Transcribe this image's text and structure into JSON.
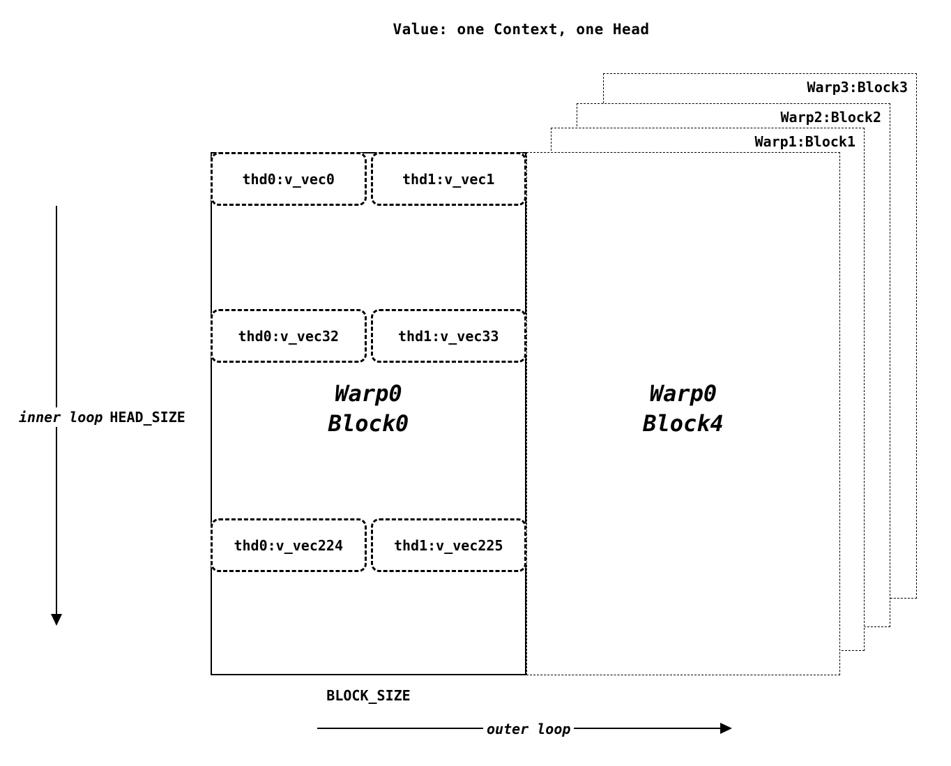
{
  "title": "Value: one Context, one Head",
  "main_block": {
    "line1": "Warp0",
    "line2": "Block0",
    "rows": [
      {
        "cells": [
          "thd0:v_vec0",
          "thd1:v_vec1"
        ]
      },
      {
        "cells": [
          "thd0:v_vec32",
          "thd1:v_vec33"
        ]
      },
      {
        "cells": [
          "thd0:v_vec224",
          "thd1:v_vec225"
        ]
      }
    ]
  },
  "front_block": {
    "line1": "Warp0",
    "line2": "Block4"
  },
  "stacked_blocks": [
    {
      "label": "Warp1:Block1"
    },
    {
      "label": "Warp2:Block2"
    },
    {
      "label": "Warp3:Block3"
    }
  ],
  "axes": {
    "inner_loop": "inner loop",
    "head_size": "HEAD_SIZE",
    "block_size": "BLOCK_SIZE",
    "outer_loop": "outer loop"
  },
  "colors": {
    "ink": "#000000",
    "background": "#ffffff"
  }
}
